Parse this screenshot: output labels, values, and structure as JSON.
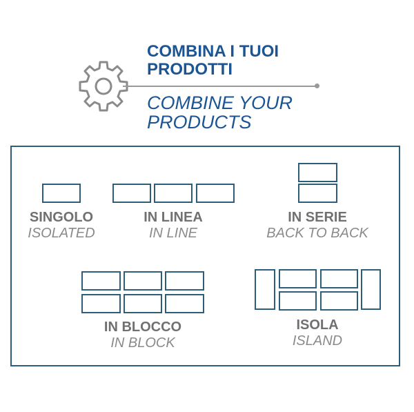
{
  "header": {
    "title_it_line1": "COMBINA I TUOI",
    "title_it_line2": "PRODOTTI",
    "title_en_line1": "COMBINE YOUR",
    "title_en_line2": "PRODUCTS",
    "icon": "gear-icon"
  },
  "configurations": [
    {
      "it": "SINGOLO",
      "en": "ISOLATED"
    },
    {
      "it": "IN LINEA",
      "en": "IN LINE"
    },
    {
      "it": "IN SERIE",
      "en": "BACK TO BACK"
    },
    {
      "it": "IN BLOCCO",
      "en": "IN BLOCK"
    },
    {
      "it": "ISOLA",
      "en": "ISLAND"
    }
  ],
  "colors": {
    "title": "#1b5593",
    "outline": "#2d5d78",
    "label": "#7a7a7a"
  }
}
